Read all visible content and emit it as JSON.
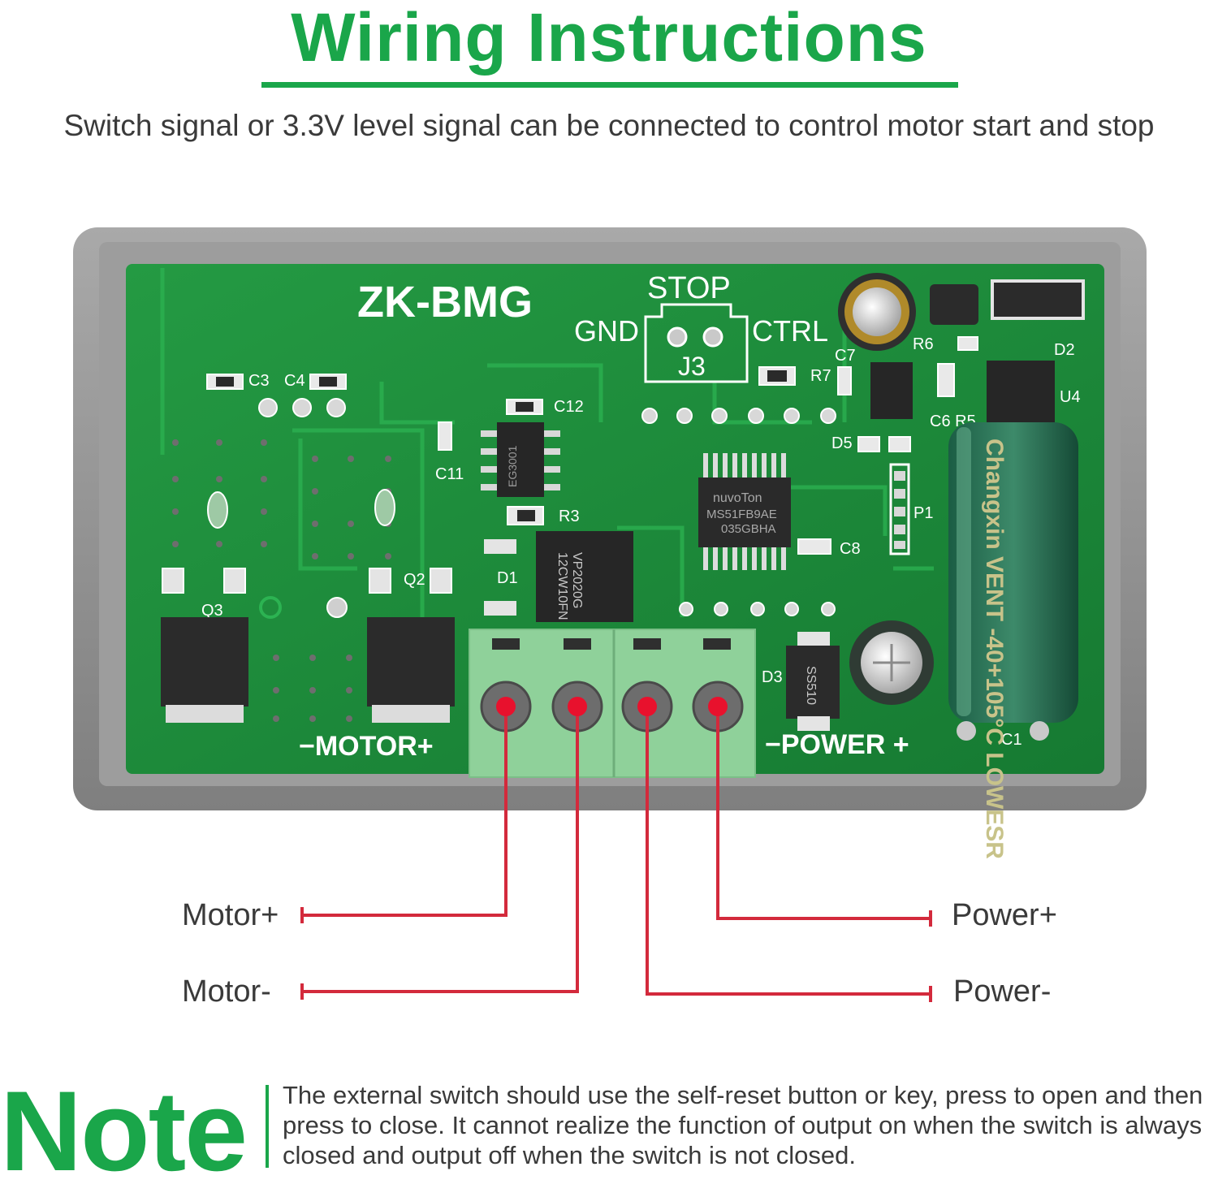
{
  "title": "Wiring Instructions",
  "subtitle": "Switch signal or 3.3V level signal can be connected to control motor start and stop",
  "board": {
    "model": "ZK-BMG",
    "stop_label": "STOP",
    "gnd_label": "GND",
    "ctrl_label": "CTRL",
    "j3_label": "J3",
    "motor_label": "−MOTOR+",
    "power_label": "−POWER +",
    "silk": {
      "c3": "C3",
      "c4": "C4",
      "c12": "C12",
      "c11": "C11",
      "r3": "R3",
      "d1": "D1",
      "q2": "Q2",
      "q3": "Q3",
      "d3": "D3",
      "c1": "C1",
      "c7": "C7",
      "r6": "R6",
      "r7": "R7",
      "d2": "D2",
      "u4": "U4",
      "c6r5": "C6 R5",
      "d5": "D5",
      "p1": "P1",
      "c8": "C8"
    },
    "chips": {
      "mcu_brand": "nuvoTon",
      "mcu_line1": "MS51FB9AE",
      "mcu_line2": "035GBHA",
      "driver": "EG3001",
      "regulator_line1": "12CW10FN",
      "regulator_line2": "VP2020G",
      "diode": "SS510",
      "cap_text": "Changxin VENT -40+105°C LOWESR"
    }
  },
  "wires": {
    "motor_plus": "Motor+",
    "motor_minus": "Motor-",
    "power_plus": "Power+",
    "power_minus": "Power-"
  },
  "colors": {
    "accent": "#1aa64a",
    "wire": "#d32a3c",
    "pcb": "#1f8a3a",
    "case": "#8c8c8c",
    "terminal": "#8fd19a"
  },
  "note": {
    "label": "Note",
    "text": "The external switch should use the self-reset button or key, press to open and then press to close. It cannot realize the function of output on when the switch is always closed and output off when the switch is not closed."
  }
}
